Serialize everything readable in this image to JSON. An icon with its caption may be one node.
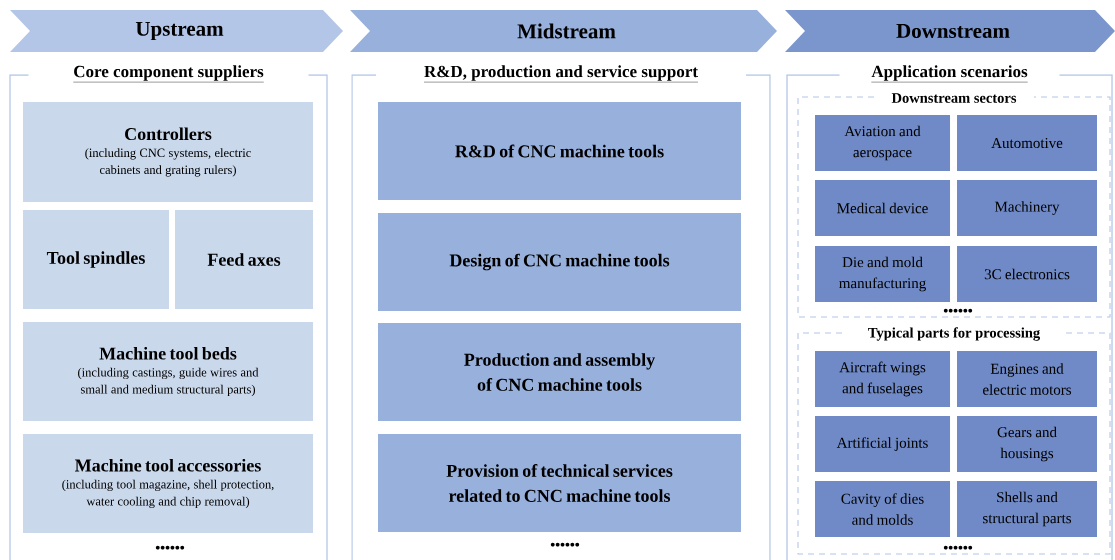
{
  "diagram": {
    "nodes": [
      {
        "text": [
          "Upstream"
        ]
      },
      {
        "text": [
          "Midstream"
        ]
      },
      {
        "text": [
          "Downstream"
        ]
      },
      {
        "text": [
          "Core component suppliers"
        ]
      },
      {
        "text": [
          "Controllers",
          "(including CNC systems, electric cabinets and grating rulers)"
        ],
        "in": 3
      },
      {
        "text": [
          "Tool spindles"
        ],
        "in": 3
      },
      {
        "text": [
          "Feed axes"
        ],
        "in": 3
      },
      {
        "text": [
          "Machine tool beds",
          "(including castings, guide wires and small and medium structural parts)"
        ],
        "in": 3
      },
      {
        "text": [
          "Machine tool accessories",
          "(including tool magazine, shell protection, water cooling and chip removal)"
        ],
        "in": 3
      },
      {
        "text": [
          "R&D, production and service support"
        ]
      },
      {
        "text": [
          "R&D of CNC machine tools"
        ],
        "in": 9
      },
      {
        "text": [
          "Design of CNC machine tools"
        ],
        "in": 9
      },
      {
        "text": [
          "Production and assembly of CNC machine tools"
        ],
        "in": 9
      },
      {
        "text": [
          "Provision of technical services related to CNC machine tools"
        ],
        "in": 9
      },
      {
        "text": [
          "Application scenarios"
        ]
      },
      {
        "text": [
          "Downstream sectors"
        ],
        "in": 14
      },
      {
        "text": [
          "Aviation and aerospace"
        ],
        "in": 15
      },
      {
        "text": [
          "Automotive"
        ],
        "in": 15
      },
      {
        "text": [
          "Medical device"
        ],
        "in": 15
      },
      {
        "text": [
          "Machinery"
        ],
        "in": 15
      },
      {
        "text": [
          "Die and mold manufacturing"
        ],
        "in": 15
      },
      {
        "text": [
          "3C electronics"
        ],
        "in": 15
      },
      {
        "text": [
          "Typical parts for processing"
        ],
        "in": 14
      },
      {
        "text": [
          "Aircraft wings and fuselages"
        ],
        "in": 22
      },
      {
        "text": [
          "Engines and electric motors"
        ],
        "in": 22
      },
      {
        "text": [
          "Artificial joints"
        ],
        "in": 22
      },
      {
        "text": [
          "Gears and housings"
        ],
        "in": 22
      },
      {
        "text": [
          "Cavity of dies and molds"
        ],
        "in": 22
      },
      {
        "text": [
          "Shells and structural parts"
        ],
        "in": 22
      }
    ],
    "labels": [
      "••••••",
      "••••••",
      "••••••",
      "••••••"
    ]
  }
}
